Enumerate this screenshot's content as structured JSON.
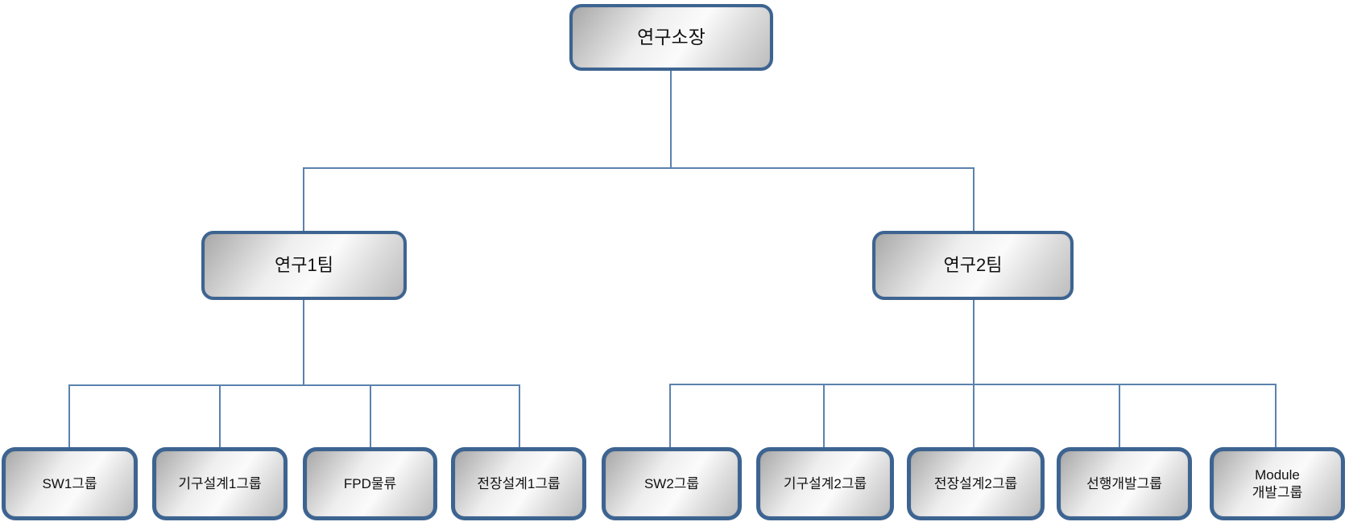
{
  "diagram": {
    "type": "org-chart",
    "root": {
      "label": "연구소장"
    },
    "teams": [
      {
        "label": "연구1팀"
      },
      {
        "label": "연구2팀"
      }
    ],
    "team1_groups": [
      {
        "label": "SW1그룹"
      },
      {
        "label": "기구설계1그룹"
      },
      {
        "label": "FPD물류"
      },
      {
        "label": "전장설계1그룹"
      }
    ],
    "team2_groups": [
      {
        "label": "SW2그룹"
      },
      {
        "label": "기구설계2그룹"
      },
      {
        "label": "전장설계2그룹"
      },
      {
        "label": "선행개발그룹"
      },
      {
        "label": "Module\n개발그룹"
      }
    ],
    "colors": {
      "node_border": "#3d6491",
      "node_fill_dark": "#a8a8a8",
      "node_fill_light": "#fbfbfb",
      "connector_line": "#5b82ad",
      "text": "#111111",
      "background": "#ffffff"
    }
  }
}
